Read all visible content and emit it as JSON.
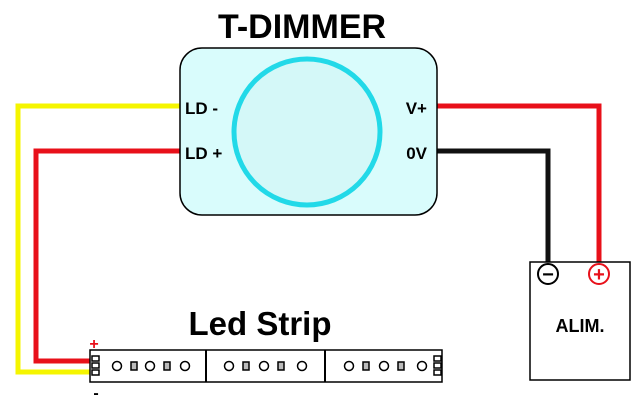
{
  "title": "T-DIMMER",
  "dimmer": {
    "terminals": {
      "ld_minus": "LD -",
      "ld_plus": "LD +",
      "v_plus": "V+",
      "zero_v": "0V"
    },
    "fill_color": "#d9fcfc",
    "knob_color": "#22d9e8"
  },
  "power_supply": {
    "label": "ALIM.",
    "minus_symbol": "−",
    "plus_symbol": "+",
    "plus_color": "#e8101a"
  },
  "led_strip": {
    "label": "Led Strip",
    "plus_mark": "+",
    "minus_mark": "-",
    "segments": 3
  },
  "wires": {
    "yellow": "#f5f500",
    "red": "#e8101a",
    "black": "#111111"
  }
}
